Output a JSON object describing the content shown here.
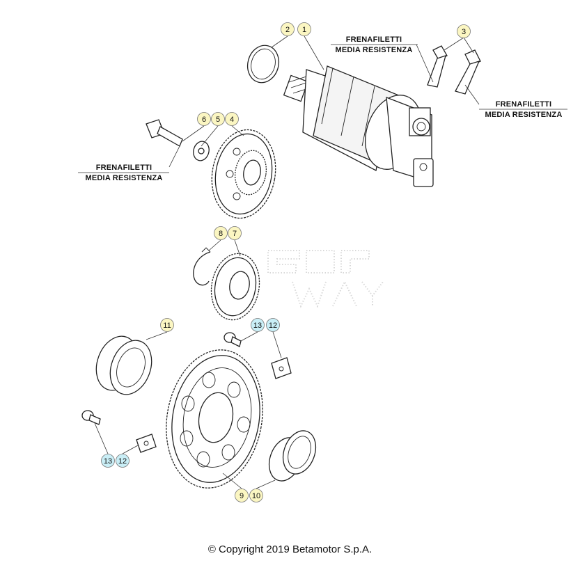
{
  "callouts": {
    "c1": "1",
    "c2": "2",
    "c3": "3",
    "c4": "4",
    "c5": "5",
    "c6": "6",
    "c7": "7",
    "c8": "8",
    "c9": "9",
    "c10": "10",
    "c11": "11",
    "c12a": "12",
    "c13a": "13",
    "c12b": "12",
    "c13b": "13"
  },
  "notes": {
    "top_line1": "FRENAFILETTI",
    "top_line2": "MEDIA RESISTENZA",
    "right_line1": "FRENAFILETTI",
    "right_line2": "MEDIA RESISTENZA",
    "left_line1": "FRENAFILETTI",
    "left_line2": "MEDIA RESISTENZA"
  },
  "copyright": "© Copyright 2019 Betamotor S.p.A.",
  "colors": {
    "callout_yellow": "#fbf6c2",
    "callout_blue": "#c9eef6",
    "line": "#222222"
  }
}
